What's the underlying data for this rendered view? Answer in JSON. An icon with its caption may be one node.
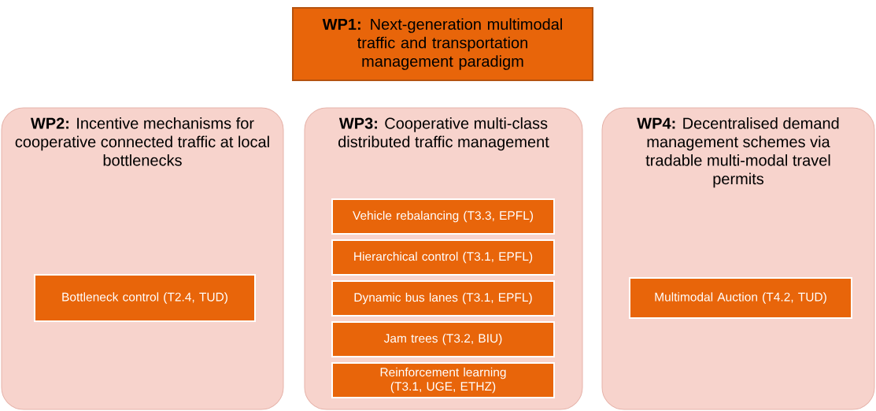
{
  "diagram": {
    "nodes": [
      {
        "text": [
          "**WP1:** Next-generation multimodal traffic and transportation management paradigm"
        ]
      },
      {
        "text": [
          "**WP2:** Incentive mechanisms for cooperative connected traffic at local bottlenecks"
        ]
      },
      {
        "text": [
          "Bottleneck control (T2.4, TUD)"
        ],
        "in": 1
      },
      {
        "text": [
          "**WP3:** Cooperative multi-class distributed traffic management"
        ]
      },
      {
        "text": [
          "Vehicle rebalancing (T3.3, EPFL)"
        ],
        "in": 3
      },
      {
        "text": [
          "Hierarchical control (T3.1, EPFL)"
        ],
        "in": 3
      },
      {
        "text": [
          "Dynamic bus lanes (T3.1, EPFL)"
        ],
        "in": 3
      },
      {
        "text": [
          "Jam trees (T3.2, BIU)"
        ],
        "in": 3
      },
      {
        "text": [
          "Reinforcement learning (T3.1, UGE, ETHZ)"
        ],
        "in": 3
      },
      {
        "text": [
          "**WP4:** Decentralised demand management schemes via tradable multi-modal travel permits"
        ]
      },
      {
        "text": [
          "Multimodal Auction (T4.2, TUD)"
        ],
        "in": 9
      }
    ]
  }
}
